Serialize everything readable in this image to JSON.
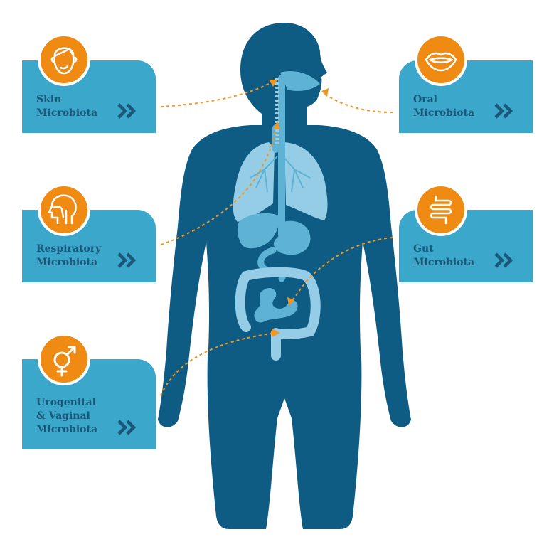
{
  "colors": {
    "body": "#0e5b84",
    "organ": "#5eb3d5",
    "organ_light": "#94cde5",
    "card": "#3ba7cb",
    "card_text": "#1a5879",
    "badge": "#ef8a13",
    "arrow": "#ef9722"
  },
  "cards": [
    {
      "id": "skin",
      "label": "Skin\nMicrobiota",
      "icon": "face-icon"
    },
    {
      "id": "respiratory",
      "label": "Respiratory\nMicrobiota",
      "icon": "head-airway-icon"
    },
    {
      "id": "urogenital",
      "label": "Urogenital\n& Vaginal\nMicrobiota",
      "icon": "gender-icon"
    },
    {
      "id": "oral",
      "label": "Oral\nMicrobiota",
      "icon": "mouth-icon"
    },
    {
      "id": "gut",
      "label": "Gut\nMicrobiota",
      "icon": "intestine-icon"
    }
  ]
}
